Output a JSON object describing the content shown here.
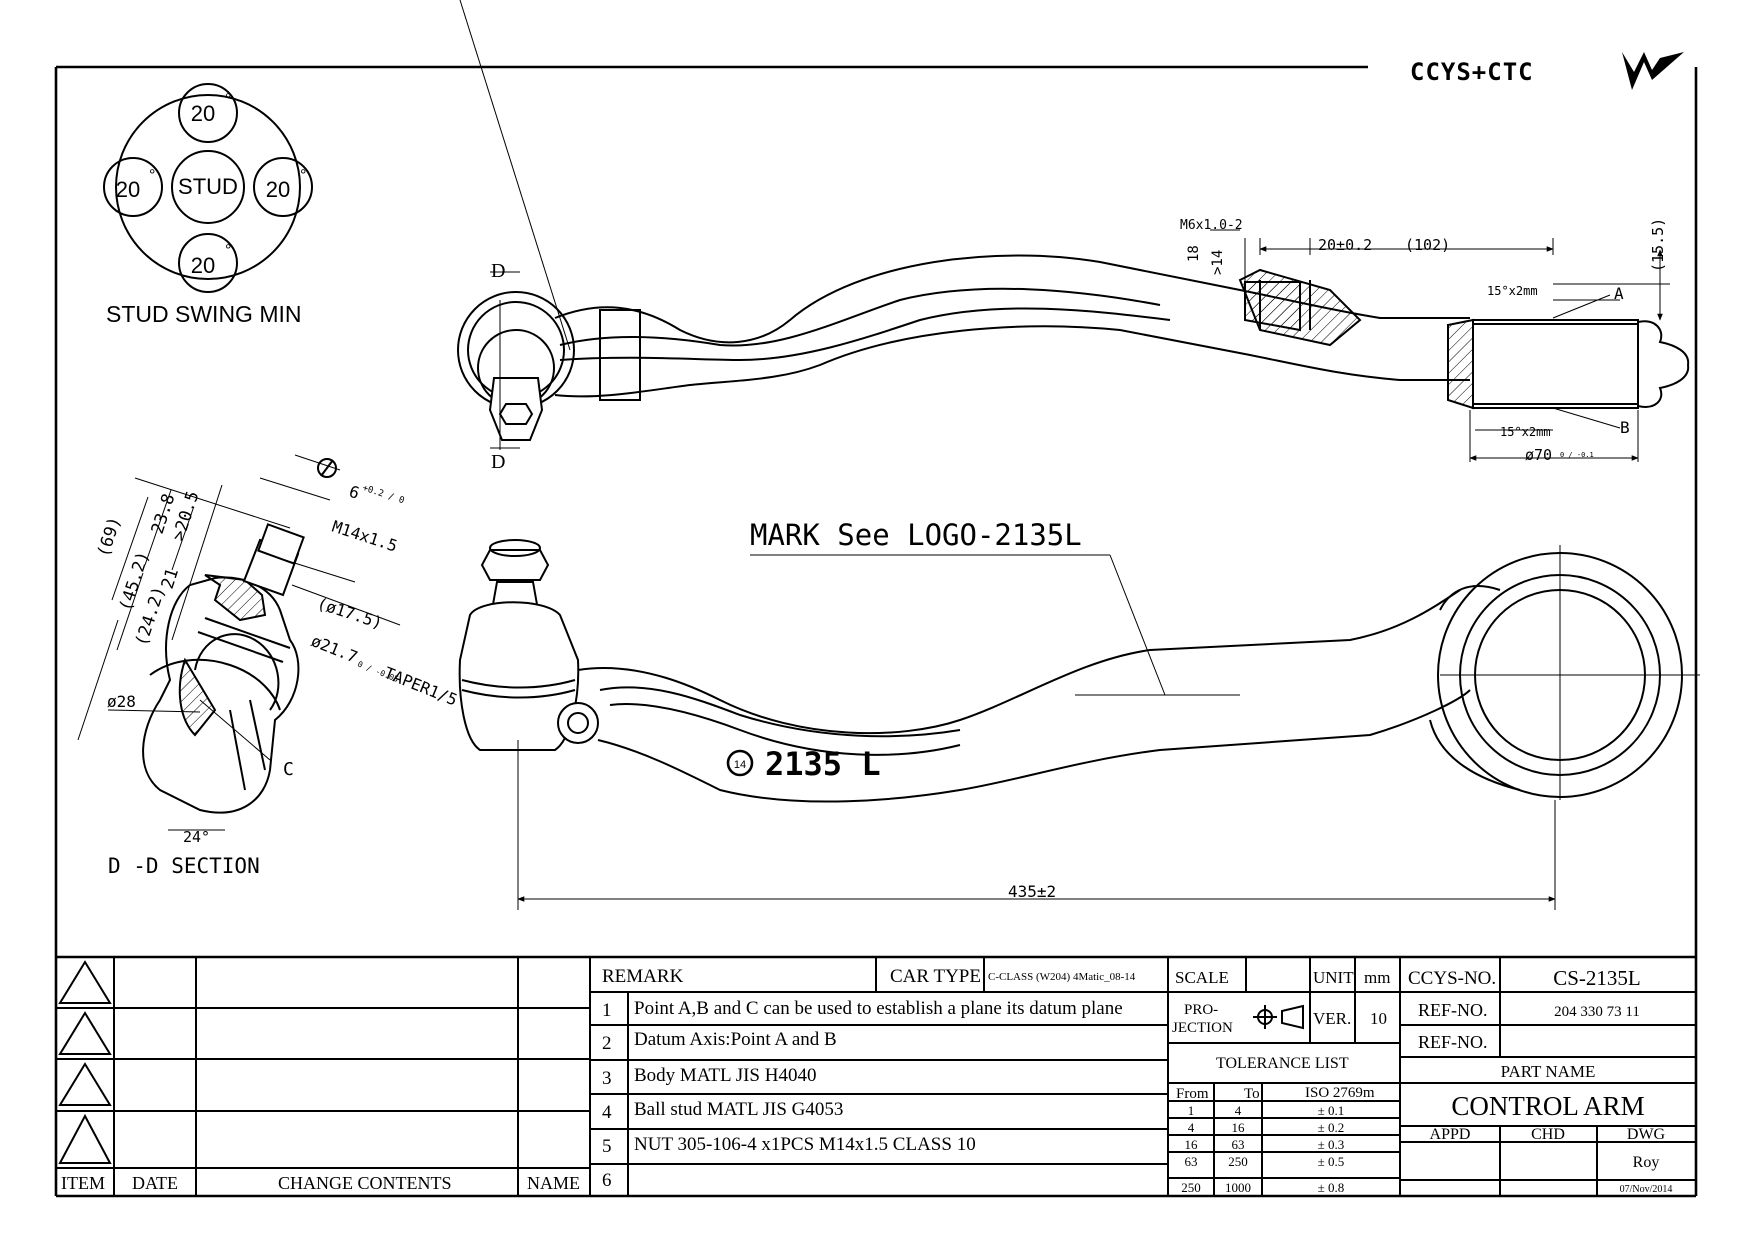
{
  "brand": {
    "text": "CCYS+CTC"
  },
  "swing": {
    "title": "STUD SWING MIN",
    "center": "STUD",
    "angles": [
      "20",
      "20",
      "20",
      "20"
    ],
    "deg": "°"
  },
  "section": {
    "title": "D -D SECTION",
    "mark_top": "D",
    "mark_bottom": "D",
    "label_c": "C"
  },
  "section_dims": {
    "d69": "(69)",
    "d45_2": "(45.2)",
    "d24_2": "(24.2)",
    "d23_8": "23.8",
    "d20_5": ">20.5",
    "d21": "21",
    "hex": "6",
    "hex_tol": "+0.2 / 0",
    "thread": "M14x1.5",
    "d17_5": "(ø17.5)",
    "taper": "ø21.7",
    "taper_tol": "0 / -0.05",
    "taper_label": "TAPER1/5",
    "d28": "ø28",
    "angle": "24°"
  },
  "top_view": {
    "m6": "M6x1.0-2",
    "d18": "18",
    "d14": ">14",
    "d20": "20±0.2",
    "d102": "(102)",
    "d15_5": "(15.5)",
    "chamfer_a": "15°x2mm",
    "chamfer_b": "15°x2mm",
    "point_a": "A",
    "point_b": "B",
    "bore": "ø70",
    "bore_tol": "0 / -0.1"
  },
  "front_view": {
    "mark_note": "MARK See LOGO-2135L",
    "part_mark": "2135 L",
    "logo_num": "14",
    "length": "435±2"
  },
  "revision": {
    "headers": {
      "item": "ITEM",
      "date": "DATE",
      "contents": "CHANGE CONTENTS",
      "name": "NAME"
    }
  },
  "remarks": {
    "header": "REMARK",
    "car_type_label": "CAR TYPE",
    "car_type": "C-CLASS (W204) 4Matic_08-14",
    "items": [
      {
        "num": "1",
        "text": "Point A,B and C can be used to establish a plane its datum plane"
      },
      {
        "num": "2",
        "text": "Datum Axis:Point A and B"
      },
      {
        "num": "3",
        "text": "Body MATL JIS H4040"
      },
      {
        "num": "4",
        "text": "Ball stud MATL JIS G4053"
      },
      {
        "num": "5",
        "text": "NUT 305-106-4 x1PCS M14x1.5 CLASS 10"
      },
      {
        "num": "6",
        "text": ""
      }
    ]
  },
  "specs": {
    "scale": "SCALE",
    "unit": "UNIT",
    "unit_val": "mm",
    "projection_1": "PRO-",
    "projection_2": "JECTION",
    "ver": "VER.",
    "ver_val": "10"
  },
  "tolerance": {
    "title": "TOLERANCE LIST",
    "headers": [
      "From",
      "To",
      "ISO 2769m"
    ],
    "rows": [
      [
        "1",
        "4",
        "± 0.1"
      ],
      [
        "4",
        "16",
        "± 0.2"
      ],
      [
        "16",
        "63",
        "± 0.3"
      ],
      [
        "63",
        "250",
        "± 0.5"
      ],
      [
        "250",
        "1000",
        "± 0.8"
      ]
    ]
  },
  "title_block": {
    "ccys_label": "CCYS-NO.",
    "ccys_no": "CS-2135L",
    "ref_label": "REF-NO.",
    "ref_no": "204 330 73 11",
    "ref2_label": "REF-NO.",
    "ref2_no": "",
    "part_name_label": "PART NAME",
    "part_name": "CONTROL ARM",
    "appd": "APPD",
    "chd": "CHD",
    "dwg": "DWG",
    "drawn_by": "Roy",
    "date": "07/Nov/2014"
  }
}
